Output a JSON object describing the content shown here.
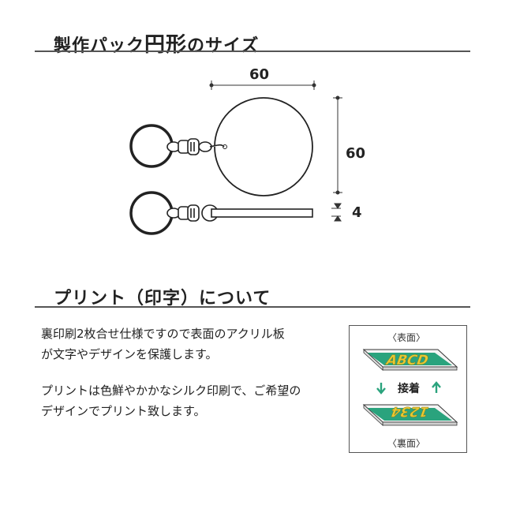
{
  "sections": {
    "size": {
      "title_prefix": "製作パック",
      "title_emphasis": "円形",
      "title_suffix": "のサイズ"
    },
    "print": {
      "title": "プリント（印字）について"
    }
  },
  "dimensions": {
    "width": "60",
    "height": "60",
    "thickness": "4"
  },
  "description": {
    "line1": "裏印刷2枚合せ仕様ですので表面のアクリル板",
    "line2": "が文字やデザインを保護します。",
    "line3": "プリントは色鮮やかかなシルク印刷で、ご希望の",
    "line4": "デザインでプリント致します。"
  },
  "diagram": {
    "front_label": "〈表面〉",
    "back_label": "〈裏面〉",
    "front_text": "ABCD",
    "back_text": "1234",
    "bond_label": "接着",
    "plate_color": "#2aa37d",
    "letter_color": "#e8c832",
    "arrow_color": "#2aa37d"
  }
}
